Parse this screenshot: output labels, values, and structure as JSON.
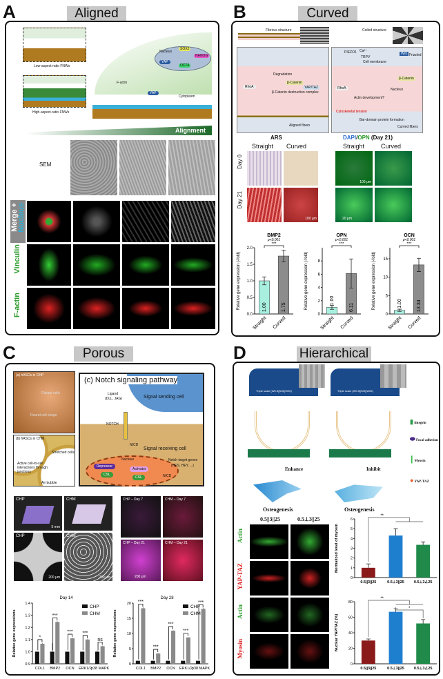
{
  "panels": {
    "A": {
      "letter": "A",
      "title": "Aligned",
      "diagram": {
        "low": "Low-aspect-ratio FNWs",
        "high": "High-aspect-ratio FNWs",
        "nucleus": "Nucleus",
        "yap": "YAP",
        "sox2": "SOX2",
        "nanog": "NANOG",
        "oct4": "OCT4",
        "factin": "F-actin",
        "cytoplasm": "Cytoplasm",
        "alignment": "Alignment"
      },
      "row_labels": {
        "sem": "SEM",
        "merge": "Merge +",
        "nucleus": "Nucleus",
        "vinculin": "Vinculin",
        "factin": "F-actin"
      }
    },
    "B": {
      "letter": "B",
      "title": "Curved",
      "diagram": {
        "fibrous": "Fibrous structure",
        "coiled": "Coiled structure",
        "degradation": "Degradation",
        "bcat": "β-Catenin",
        "yaptaz": "YAP/TAZ",
        "destruction": "β-Catenin destruction complex",
        "rhoa": "RhoA",
        "aligned": "Aligned fibers",
        "curved": "Curved fibers",
        "piezo": "PIEZO1",
        "ca": "Ca²⁺",
        "trpv": "TRPV",
        "membrane": "Cell membrane",
        "wnt": "Wnt",
        "frizzled": "Frizzled",
        "nucleus": "Nucleus",
        "actin_dev": "Actin development?",
        "bar_domain": "Bar-domain protein formation",
        "cyto": "Cytoskeletal tension"
      },
      "stain": {
        "ars": "ARS",
        "dapi": "DAPI",
        "slash": "/",
        "opn": "OPN",
        "day": " (Day 21)",
        "straight": "Straight",
        "curved": "Curved",
        "straight2": "Straight",
        "curved2": "Curved",
        "day0": "Day 0",
        "day21": "Day 21",
        "scale1": "100 μm",
        "scale2": "100 μm",
        "scale3": "20 μm"
      }
    },
    "C": {
      "letter": "C",
      "title": "Porous",
      "diagram": {
        "a": "(a) hASCs in CHP",
        "a_distant": "Distant cells",
        "a_round": "Round cell shape",
        "b": "(b) hASCs in CHM",
        "b_stretched": "Stretched cells",
        "b_active": "Active cell-to-cell interactions through junctions",
        "b_air": "Air bubble",
        "c": "(c) Notch signaling pathway",
        "ligand": "Ligand",
        "ligand2": "(DLL, JAG)",
        "sending": "Signal sending cell",
        "notch": "NOTCH",
        "nicd": "NICD",
        "receiving": "Signal receiving cell",
        "nucleus": "Nucleus",
        "repressor": "Repressor",
        "activator": "Activator",
        "csl": "CSL",
        "csl2": "CSL",
        "nicd2": "NICD",
        "targets": "Notch target genes",
        "targets2": "(HES, HEY, ...)"
      },
      "images": {
        "chp": "CHP",
        "chm": "CHM",
        "chp2": "CHP",
        "chm2": "CHM",
        "mm": "5 mm",
        "um1": "200 μm",
        "um2": "200 μm",
        "d7a": "CHP – Day 7",
        "d7b": "CHM – Day 7",
        "d21a": "CHP – Day 21",
        "d21b": "CHM – Day 21",
        "um3": "200 μm"
      }
    },
    "D": {
      "letter": "D",
      "title": "Hierarchical",
      "diagram": {
        "triple1": "Triple scale (W0.5||W3||W25)",
        "triple2": "Triple scale (W0.5||W3||W25)",
        "enhance": "Enhance",
        "inhibit": "Inhibit",
        "osteo1": "Osteogenesis",
        "osteo2": "Osteogenesis",
        "integrin": "Integrin",
        "focal": "Focal adhesion",
        "myosin": "Myosin",
        "yaptaz": "YAP-TAZ"
      },
      "images": {
        "col1": "0.5||3||25",
        "col2": "0.5⊥3||25",
        "actin": "Actin",
        "yaptaz": "YAP-TAZ",
        "actin2": "Actin",
        "myosin": "Myosin"
      }
    }
  },
  "colors": {
    "tab": "#c8c8c8",
    "d_red": "#8b1a1a",
    "d_blue": "#1f7fcf",
    "d_green": "#1f8a4a",
    "b_straight": "#a8efe0",
    "b_curved": "#8c8c8c",
    "chp": "#111111",
    "chm": "#8a8a8a"
  },
  "chart_data": [
    {
      "id": "B-BMP2",
      "type": "bar",
      "title": "BMP2",
      "ylabel": "Relative gene expression (-fold)",
      "categories": [
        "Straight",
        "Curved"
      ],
      "values": [
        1.0,
        1.75
      ],
      "errors": [
        0.12,
        0.18
      ],
      "value_labels": [
        "1.00",
        "1.75"
      ],
      "ylim": [
        0,
        2
      ],
      "ticks": [
        0,
        0.5,
        1,
        1.5,
        2
      ],
      "tick_labels": [
        "0.0",
        "0.5",
        "1.0",
        "1.5",
        "2.0"
      ],
      "pvalue": "p<0.001",
      "sig": "***",
      "colors": [
        "#a8efe0",
        "#8c8c8c"
      ]
    },
    {
      "id": "B-OPN",
      "type": "bar",
      "title": "OPN",
      "ylabel": "Relative gene expression (-fold)",
      "categories": [
        "Straight",
        "Curved"
      ],
      "values": [
        1.0,
        6.11
      ],
      "errors": [
        0.3,
        2.2
      ],
      "value_labels": [
        "1.00",
        "6.11"
      ],
      "ylim": [
        0,
        10
      ],
      "ticks": [
        0,
        2,
        4,
        6,
        8
      ],
      "tick_labels": [
        "0",
        "2",
        "4",
        "6",
        "8"
      ],
      "pvalue": "p<0.001",
      "sig": "***",
      "colors": [
        "#a8efe0",
        "#8c8c8c"
      ]
    },
    {
      "id": "B-OCN",
      "type": "bar",
      "title": "OCN",
      "ylabel": "Relative gene expression (-fold)",
      "categories": [
        "Straight",
        "Curved"
      ],
      "values": [
        1.0,
        13.34
      ],
      "errors": [
        0.3,
        1.8
      ],
      "value_labels": [
        "1.00",
        "13.34"
      ],
      "ylim": [
        0,
        18
      ],
      "ticks": [
        0,
        5,
        10,
        15
      ],
      "tick_labels": [
        "0",
        "5",
        "10",
        "15"
      ],
      "pvalue": "p<0.001",
      "sig": "***",
      "colors": [
        "#a8efe0",
        "#8c8c8c"
      ]
    },
    {
      "id": "C-Day14",
      "type": "bar",
      "title": "Day 14",
      "ylabel": "Relative gene expressions",
      "categories": [
        "COL1",
        "BMP2",
        "OCN",
        "ERK1/2",
        "p38 MAPK"
      ],
      "series": [
        {
          "name": "CHP",
          "values": [
            1.0,
            1.0,
            1.0,
            1.0,
            1.0
          ],
          "errors": [
            0,
            0.07,
            0,
            0,
            0.01
          ]
        },
        {
          "name": "CHM",
          "values": [
            1.065,
            1.245,
            1.11,
            1.1,
            1.045
          ],
          "errors": [
            0.005,
            0.005,
            0.005,
            0.005,
            0.005
          ]
        }
      ],
      "sig": [
        "*",
        "***",
        "***",
        "***",
        "ns"
      ],
      "ylim": [
        0.9,
        1.4
      ],
      "ticks": [
        0.9,
        1.0,
        1.1,
        1.2,
        1.3,
        1.4
      ],
      "tick_labels": [
        "0.9",
        "1.0",
        "1.1",
        "1.2",
        "1.3",
        "1.4"
      ],
      "legend": "top-right",
      "colors": [
        "#111111",
        "#8a8a8a"
      ]
    },
    {
      "id": "C-Day28",
      "type": "bar",
      "title": "Day 28",
      "ylabel": "Relative gene expressions",
      "categories": [
        "COL1",
        "BMP2",
        "OCN",
        "ERK1/2",
        "p38 MAPK"
      ],
      "series": [
        {
          "name": "CHP",
          "values": [
            1,
            1,
            1,
            1,
            1
          ],
          "errors": [
            0,
            0,
            0,
            0,
            0
          ]
        },
        {
          "name": "CHM",
          "values": [
            18.3,
            3.4,
            10.9,
            8.7,
            18.1
          ],
          "errors": [
            0.3,
            0.1,
            0.2,
            0.1,
            0.3
          ]
        }
      ],
      "sig": [
        "***",
        "***",
        "***",
        "***",
        "***"
      ],
      "ylim": [
        0,
        20
      ],
      "ticks": [
        0,
        5,
        10,
        15,
        20
      ],
      "tick_labels": [
        "0",
        "5",
        "10",
        "15",
        "20"
      ],
      "legend": "top-right",
      "colors": [
        "#111111",
        "#8a8a8a"
      ]
    },
    {
      "id": "D-Myosin",
      "type": "bar",
      "ylabel": "Normalized level of myosin",
      "categories": [
        "0.5||3||25",
        "0.5⊥3||25",
        "0.5⊥3∠25"
      ],
      "values": [
        1.0,
        4.3,
        3.35
      ],
      "errors": [
        0.4,
        0.7,
        0.3
      ],
      "ylim": [
        0,
        6
      ],
      "ticks": [
        0,
        1,
        2,
        3,
        4,
        5,
        6
      ],
      "tick_labels": [
        "0",
        "1",
        "2",
        "3",
        "4",
        "5",
        "6"
      ],
      "sig_brackets": [
        "**"
      ],
      "colors": [
        "#8b1a1a",
        "#1f7fcf",
        "#1f8a4a"
      ]
    },
    {
      "id": "D-YAPTAZ",
      "type": "bar",
      "ylabel": "Nuclear YAP/TAZ (%)",
      "categories": [
        "0.5||3||25",
        "0.5⊥3||25",
        "0.5⊥3∠25"
      ],
      "values": [
        30,
        67,
        52
      ],
      "errors": [
        2,
        4,
        5
      ],
      "ylim": [
        0,
        80
      ],
      "ticks": [
        0,
        20,
        40,
        60,
        80
      ],
      "tick_labels": [
        "0",
        "20",
        "40",
        "60",
        "80"
      ],
      "sig_brackets": [
        "**",
        "*"
      ],
      "colors": [
        "#8b1a1a",
        "#1f7fcf",
        "#1f8a4a"
      ]
    }
  ]
}
